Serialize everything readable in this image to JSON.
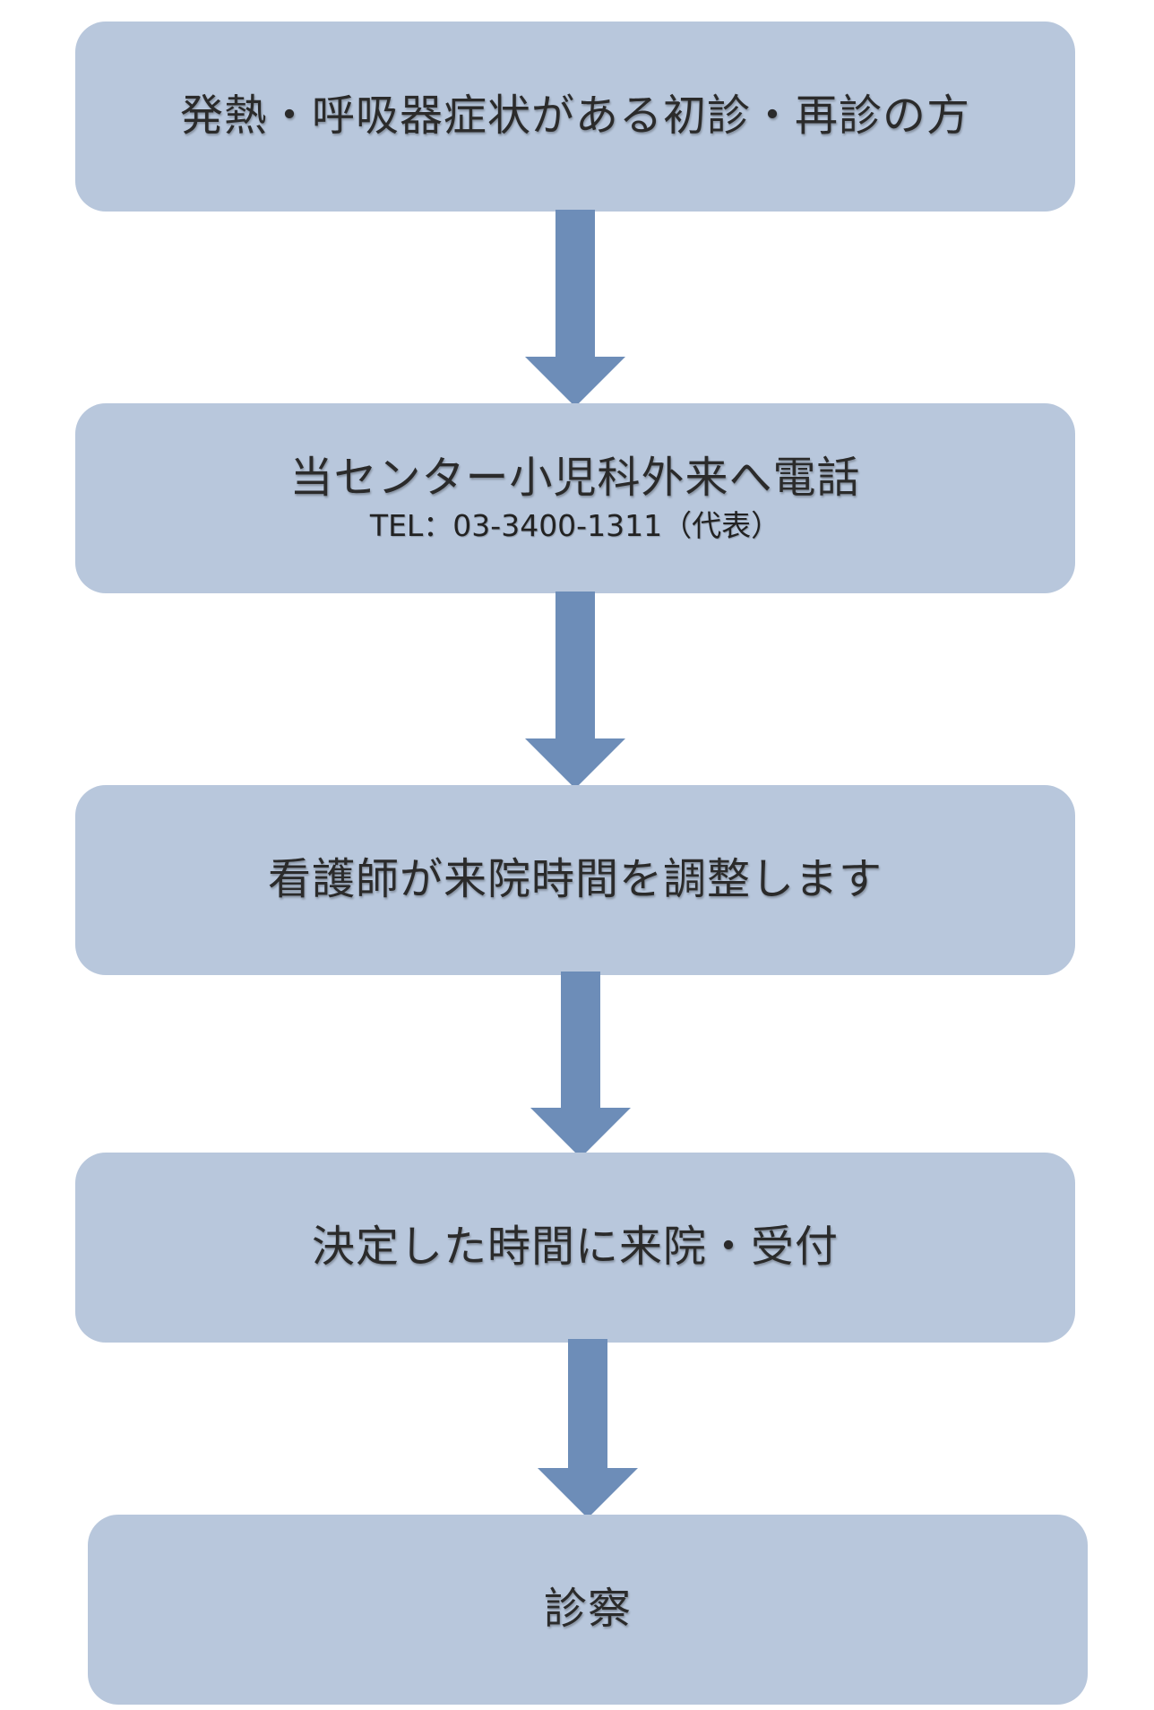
{
  "steps": [
    {
      "label": "発熱・呼吸器症状がある初診・再診の方",
      "sub": ""
    },
    {
      "label": "当センター小児科外来へ電話",
      "sub": "TEL：03-3400-1311（代表）"
    },
    {
      "label": "看護師が来院時間を調整します",
      "sub": ""
    },
    {
      "label": "決定した時間に来院・受付",
      "sub": ""
    },
    {
      "label": "診察",
      "sub": ""
    }
  ],
  "colors": {
    "box_fill": "#b8c7dc",
    "arrow_fill": "#6d8db8",
    "text": "#2b2b2b"
  }
}
